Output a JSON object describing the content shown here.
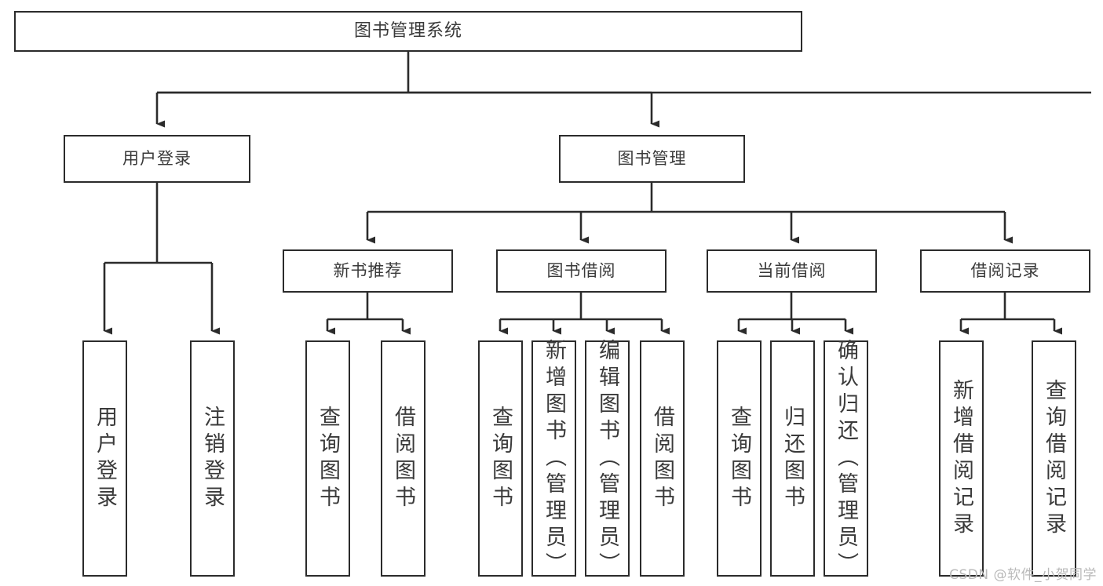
{
  "diagram": {
    "title": "图书管理系统",
    "watermark": "CSDN @软件_小贺同学",
    "line_color": "#2b2b2b",
    "text_color": "#3a3a3a",
    "background_color": "#ffffff",
    "nodes": [
      {
        "id": "root",
        "label": "图书管理系统",
        "level": 0,
        "orientation": "horizontal"
      },
      {
        "id": "login",
        "label": "用户登录",
        "level": 1,
        "orientation": "horizontal"
      },
      {
        "id": "bookmgmt",
        "label": "图书管理",
        "level": 1,
        "orientation": "horizontal"
      },
      {
        "id": "newbook",
        "label": "新书推荐",
        "level": 2,
        "orientation": "horizontal"
      },
      {
        "id": "borrow",
        "label": "图书借阅",
        "level": 2,
        "orientation": "horizontal"
      },
      {
        "id": "current",
        "label": "当前借阅",
        "level": 2,
        "orientation": "horizontal"
      },
      {
        "id": "records",
        "label": "借阅记录",
        "level": 2,
        "orientation": "horizontal"
      },
      {
        "id": "leaf-user-login",
        "label": "用户登录",
        "level": 3,
        "orientation": "vertical"
      },
      {
        "id": "leaf-logout",
        "label": "注销登录",
        "level": 3,
        "orientation": "vertical"
      },
      {
        "id": "leaf-nb-query",
        "label": "查询图书",
        "level": 3,
        "orientation": "vertical"
      },
      {
        "id": "leaf-nb-borrow",
        "label": "借阅图书",
        "level": 3,
        "orientation": "vertical"
      },
      {
        "id": "leaf-bb-query",
        "label": "查询图书",
        "level": 3,
        "orientation": "vertical"
      },
      {
        "id": "leaf-bb-add",
        "label": "新增图书（管理员）",
        "level": 3,
        "orientation": "vertical"
      },
      {
        "id": "leaf-bb-edit",
        "label": "编辑图书（管理员）",
        "level": 3,
        "orientation": "vertical"
      },
      {
        "id": "leaf-bb-borrow",
        "label": "借阅图书",
        "level": 3,
        "orientation": "vertical"
      },
      {
        "id": "leaf-cur-query",
        "label": "查询图书",
        "level": 3,
        "orientation": "vertical"
      },
      {
        "id": "leaf-cur-return",
        "label": "归还图书",
        "level": 3,
        "orientation": "vertical"
      },
      {
        "id": "leaf-cur-confirm",
        "label": "确认归还（管理员）",
        "level": 3,
        "orientation": "vertical"
      },
      {
        "id": "leaf-rec-add",
        "label": "新增借阅记录",
        "level": 3,
        "orientation": "vertical"
      },
      {
        "id": "leaf-rec-query",
        "label": "查询借阅记录",
        "level": 3,
        "orientation": "vertical"
      }
    ],
    "edges": [
      {
        "from": "root",
        "to": "login"
      },
      {
        "from": "root",
        "to": "bookmgmt"
      },
      {
        "from": "bookmgmt",
        "to": "newbook"
      },
      {
        "from": "bookmgmt",
        "to": "borrow"
      },
      {
        "from": "bookmgmt",
        "to": "current"
      },
      {
        "from": "bookmgmt",
        "to": "records"
      },
      {
        "from": "login",
        "to": "leaf-user-login"
      },
      {
        "from": "login",
        "to": "leaf-logout"
      },
      {
        "from": "newbook",
        "to": "leaf-nb-query"
      },
      {
        "from": "newbook",
        "to": "leaf-nb-borrow"
      },
      {
        "from": "borrow",
        "to": "leaf-bb-query"
      },
      {
        "from": "borrow",
        "to": "leaf-bb-add"
      },
      {
        "from": "borrow",
        "to": "leaf-bb-edit"
      },
      {
        "from": "borrow",
        "to": "leaf-bb-borrow"
      },
      {
        "from": "current",
        "to": "leaf-cur-query"
      },
      {
        "from": "current",
        "to": "leaf-cur-return"
      },
      {
        "from": "current",
        "to": "leaf-cur-confirm"
      },
      {
        "from": "records",
        "to": "leaf-rec-add"
      },
      {
        "from": "records",
        "to": "leaf-rec-query"
      }
    ]
  }
}
